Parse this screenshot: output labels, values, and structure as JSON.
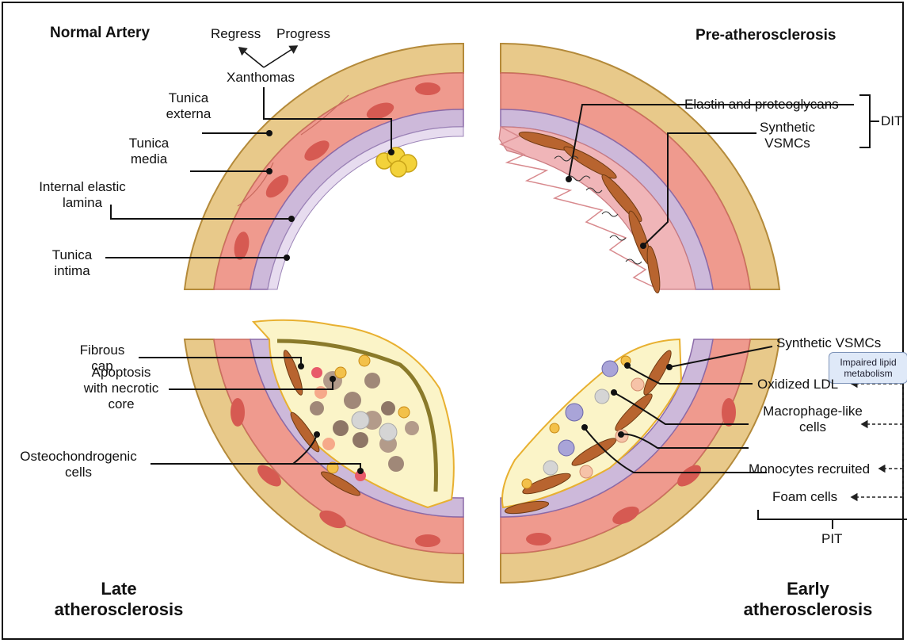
{
  "panels": {
    "normal": {
      "title": "Normal Artery",
      "regress": "Regress",
      "progress": "Progress",
      "xanthomas": "Xanthomas",
      "tunica_externa": [
        "Tunica",
        "externa"
      ],
      "tunica_media": [
        "Tunica",
        "media"
      ],
      "internal_elastic_lamina": [
        "Internal elastic",
        "lamina"
      ],
      "tunica_intima": [
        "Tunica",
        "intima"
      ]
    },
    "pre": {
      "title": "Pre-atherosclerosis",
      "elastin": "Elastin and proteoglycans",
      "synthetic_vsmcs": [
        "Synthetic",
        "VSMCs"
      ],
      "dit": "DIT"
    },
    "late": {
      "title": [
        "Late",
        "atherosclerosis"
      ],
      "fibrous_cap": [
        "Fibrous",
        "cap"
      ],
      "apoptosis": [
        "Apoptosis",
        "with necrotic",
        "core"
      ],
      "osteochondrogenic": [
        "Osteochondrogenic",
        "cells"
      ]
    },
    "early": {
      "title": [
        "Early",
        "atherosclerosis"
      ],
      "synthetic_vsmcs": "Synthetic VSMCs",
      "impaired_lipid": [
        "Impaired lipid",
        "metabolism"
      ],
      "oxidized_ldl": "Oxidized LDL",
      "macrophage": [
        "Macrophage-like",
        "cells"
      ],
      "monocytes": "Monocytes recruited",
      "foam_cells": "Foam cells",
      "pit": "PIT"
    }
  },
  "colors": {
    "externa": "#e8c98a",
    "media": "#ef9a8e",
    "lamina": "#cdb9da",
    "intima": "#b9a5cc",
    "cell": "#d65a52",
    "vsmc": "#b8642f",
    "fat": "#f3d23a",
    "cap": "#8a7a2a"
  }
}
